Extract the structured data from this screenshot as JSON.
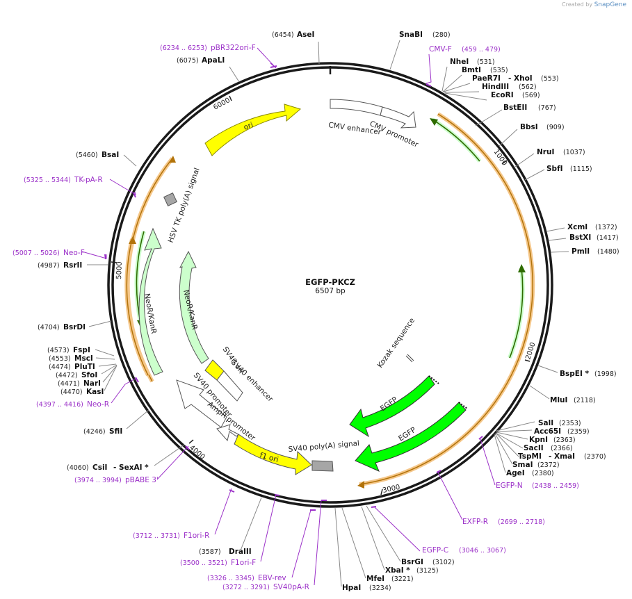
{
  "credit": {
    "prefix": "Created by",
    "brand": "SnapGene"
  },
  "plasmid": {
    "name": "EGFP-PKCZ",
    "length_label": "6507 bp"
  },
  "ticks": [
    {
      "label": "1000",
      "bp": 1000
    },
    {
      "label": "2000",
      "bp": 2000
    },
    {
      "label": "3000",
      "bp": 3000
    },
    {
      "label": "4000",
      "bp": 4000
    },
    {
      "label": "5000",
      "bp": 5000
    },
    {
      "label": "6000",
      "bp": 6000
    }
  ],
  "enzymes": [
    {
      "name": "AseI",
      "pos": "(6454)"
    },
    {
      "name": "SnaBI",
      "pos": "(280)"
    },
    {
      "name": "ApaLI",
      "pos": "(6075)"
    },
    {
      "name": "NheI",
      "pos": "(531)"
    },
    {
      "name": "BmtI",
      "pos": "(535)"
    },
    {
      "name": "PaeR7I",
      "extra": "- XhoI",
      "pos": "(553)"
    },
    {
      "name": "HindIII",
      "pos": "(562)"
    },
    {
      "name": "EcoRI",
      "pos": "(569)"
    },
    {
      "name": "BstEII",
      "pos": "(767)"
    },
    {
      "name": "BbsI",
      "pos": "(909)"
    },
    {
      "name": "NruI",
      "pos": "(1037)"
    },
    {
      "name": "SbfI",
      "pos": "(1115)"
    },
    {
      "name": "XcmI",
      "pos": "(1372)"
    },
    {
      "name": "BstXI",
      "pos": "(1417)"
    },
    {
      "name": "PmlI",
      "pos": "(1480)"
    },
    {
      "name": "BspEI *",
      "pos": "(1998)"
    },
    {
      "name": "MluI",
      "pos": "(2118)"
    },
    {
      "name": "SalI",
      "pos": "(2353)"
    },
    {
      "name": "Acc65I",
      "pos": "(2359)"
    },
    {
      "name": "KpnI",
      "pos": "(2363)"
    },
    {
      "name": "SacII",
      "pos": "(2366)"
    },
    {
      "name": "TspMI",
      "extra": "- XmaI",
      "pos": "(2370)"
    },
    {
      "name": "SmaI",
      "pos": "(2372)"
    },
    {
      "name": "AgeI",
      "pos": "(2380)"
    },
    {
      "name": "BsrGI",
      "pos": "(3102)"
    },
    {
      "name": "XbaI *",
      "pos": "(3125)"
    },
    {
      "name": "MfeI",
      "pos": "(3221)"
    },
    {
      "name": "HpaI",
      "pos": "(3234)"
    },
    {
      "name": "DraIII",
      "pos": "(3587)"
    },
    {
      "name": "CsiI",
      "extra": "- SexAI *",
      "pos": "(4060)"
    },
    {
      "name": "SfiI",
      "pos": "(4246)"
    },
    {
      "name": "KasI",
      "pos": "(4470)"
    },
    {
      "name": "NarI",
      "pos": "(4471)"
    },
    {
      "name": "SfoI",
      "pos": "(4472)"
    },
    {
      "name": "PluTI",
      "pos": "(4474)"
    },
    {
      "name": "MscI",
      "pos": "(4553)"
    },
    {
      "name": "FspI",
      "pos": "(4573)"
    },
    {
      "name": "BsrDI",
      "pos": "(4704)"
    },
    {
      "name": "RsrII",
      "pos": "(4987)"
    },
    {
      "name": "BsaI",
      "pos": "(5460)"
    }
  ],
  "primers": [
    {
      "name": "pBR322ori-F",
      "range": "(6234 .. 6253)"
    },
    {
      "name": "CMV-F",
      "range": "(459 .. 479)"
    },
    {
      "name": "TK-pA-R",
      "range": "(5325 .. 5344)"
    },
    {
      "name": "Neo-F",
      "range": "(5007 .. 5026)"
    },
    {
      "name": "Neo-R",
      "range": "(4397 .. 4416)"
    },
    {
      "name": "pBABE 3'",
      "range": "(3974 .. 3994)"
    },
    {
      "name": "F1ori-R",
      "range": "(3712 .. 3731)"
    },
    {
      "name": "F1ori-F",
      "range": "(3500 .. 3521)"
    },
    {
      "name": "EBV-rev",
      "range": "(3326 .. 3345)"
    },
    {
      "name": "SV40pA-R",
      "range": "(3272 .. 3291)"
    },
    {
      "name": "EGFP-C",
      "range": "(3046 .. 3067)"
    },
    {
      "name": "EXFP-R",
      "range": "(2699 .. 2718)"
    },
    {
      "name": "EGFP-N",
      "range": "(2438 .. 2459)"
    }
  ],
  "features": {
    "cmv_enhancer": "CMV enhancer",
    "cmv_promoter": "CMV promoter",
    "ori_top": "ori",
    "hsv_tk": "HSV TK poly(A) signal",
    "neo_outer": "NeoR/KanR",
    "neo_inner": "NeoR/KanR",
    "sv40_ori": "SV40 ori",
    "sv40_enhancer": "SV40 enhancer",
    "sv40_promoter": "SV40 promoter",
    "ampr_promoter": "AmpR promoter",
    "f1_ori": "f1 ori",
    "sv40_polya": "SV40 poly(A) signal",
    "egfp_1": "EGFP",
    "egfp_2": "EGFP",
    "kozak": "Kozak sequence"
  },
  "colors": {
    "backbone": "#1a1a1a",
    "yellow": "#ffff00",
    "green_bright": "#00ff00",
    "green_light": "#ccffcc",
    "gray": "#a6a6a6",
    "orange": "#f5c78a",
    "orange_core": "#b2730a",
    "primer": "#9b30c8"
  }
}
